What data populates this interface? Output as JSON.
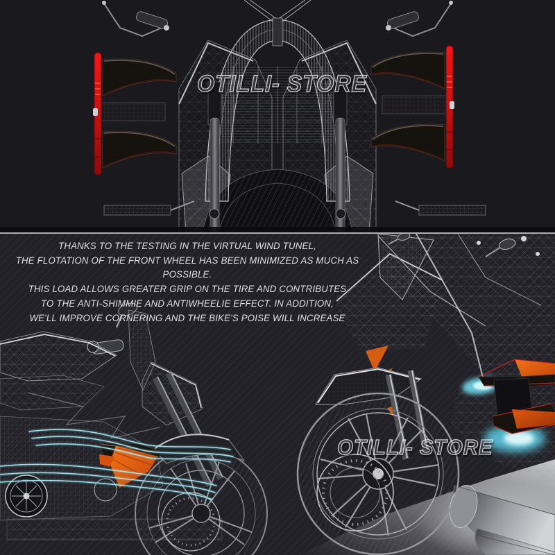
{
  "watermarks": {
    "top": "OTILLI- STORE",
    "bottom": "OTILLI- STORE"
  },
  "caption": {
    "lines": [
      "THANKS TO THE TESTING IN THE VIRTUAL WIND TUNEL,",
      "THE FLOTATION OF THE FRONT WHEEL HAS BEEN MINIMIZED AS MUCH AS POSSIBLE.",
      "THIS LOAD ALLOWS GREATER GRIP ON THE TIRE AND CONTRIBUTES",
      "TO THE ANTI-SHIMMIE AND ANTIWHEELIE EFFECT. IN ADDITION,",
      "WE'LL IMPROVE CORNERING AND THE BIKE'S POISE WILL INCREASE"
    ]
  },
  "colors": {
    "background_dark": "#1a191d",
    "panel_dark": "#222127",
    "wireframe_gray": "#9fa0a6",
    "winglet_endplate_red": "#cf1212",
    "winglet_black": "#16120e",
    "winglet_orange": "#e8570f",
    "airflow_cyan": "#7fdbec",
    "caption_text": "#e0e0e3",
    "divider": "#d4d4d8",
    "floor_light": "#c2c3c7"
  }
}
